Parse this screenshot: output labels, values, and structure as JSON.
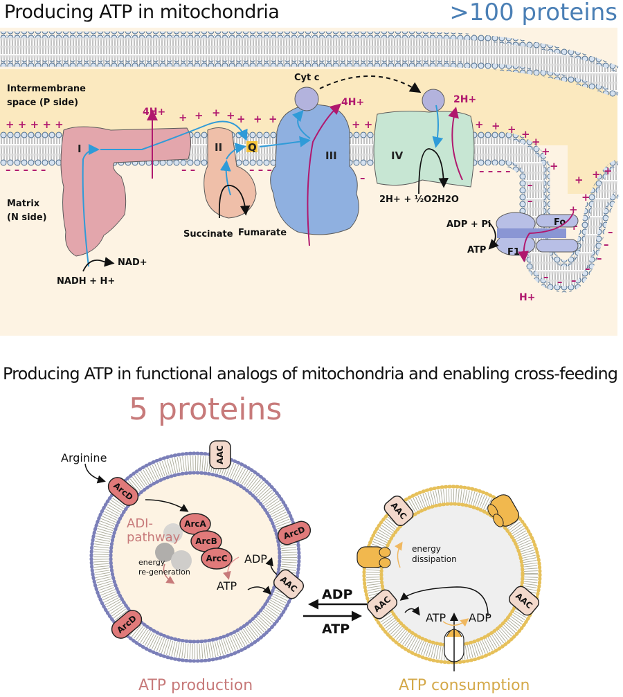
{
  "top_section": {
    "title": "Producing ATP in mitochondria",
    "protein_count": ">100 proteins",
    "labels": {
      "intermembrane_line1": "Intermembrane",
      "intermembrane_line2": "space (P side)",
      "matrix_line1": "Matrix",
      "matrix_line2": "(N side)",
      "complex_1": "I",
      "complex_2": "II",
      "complex_3": "III",
      "complex_4": "IV",
      "quinone": "Q",
      "cyt_c": "Cyt c",
      "protons_4h_a": "4H+",
      "protons_4h_b": "4H+",
      "protons_2h": "2H+",
      "proton_h": "H+",
      "nadh": "NADH + H+",
      "nad": "NAD+",
      "succinate": "Succinate",
      "fumarate": "Fumarate",
      "oxygen_reaction": "2H+ + ½O2",
      "water": "H2O",
      "adp_pi": "ADP + Pi",
      "atp": "ATP",
      "f0": "Fo",
      "f1": "F1"
    },
    "colors": {
      "ims_bg": "#fbe9bf",
      "matrix_bg": "#fdf3e3",
      "complex_1": "#e3a6ac",
      "complex_2": "#efbfa9",
      "complex_3": "#8fb0e0",
      "complex_4": "#c7e6d3",
      "cyt_c": "#b3b3dd",
      "electron_path": "#2f9bd8",
      "proton_path": "#b0186e"
    }
  },
  "bottom_section": {
    "title": "Producing ATP in functional analogs of mitochondria and enabling cross-feeding",
    "protein_count": "5 proteins",
    "producer": {
      "caption": "ATP production",
      "input": "Arginine",
      "pathway_line1": "ADI-",
      "pathway_line2": "pathway",
      "energy_line1": "energy",
      "energy_line2": "re-generation",
      "adp": "ADP",
      "atp": "ATP",
      "proteins": [
        "ArcD",
        "ArcA",
        "ArcB",
        "ArcC",
        "AAC"
      ],
      "transporters": [
        "ArcD",
        "ArcD",
        "ArcD",
        "AAC",
        "AAC"
      ]
    },
    "exchange": {
      "to_producer": "ADP",
      "to_consumer": "ATP"
    },
    "consumer": {
      "caption": "ATP consumption",
      "energy_line1": "energy",
      "energy_line2": "dissipation",
      "atp": "ATP",
      "adp": "ADP",
      "transporters": [
        "AAC",
        "AAC",
        "AAC"
      ]
    },
    "colors": {
      "producer_accent": "#c77a7a",
      "consumer_accent": "#d4a94a",
      "arc_protein": "#e07a7a",
      "aac": "#f3d9cc"
    }
  }
}
